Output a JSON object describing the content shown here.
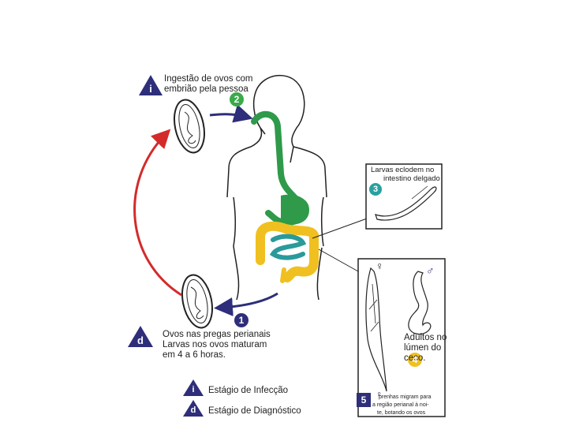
{
  "labels": {
    "ingestion_line1": "Ingestão de ovos com",
    "ingestion_line2": "embrião pela pessoa",
    "larvae_line1": "Larvas eclodem no",
    "larvae_line2": "intestino delgado",
    "eggs_line1": "Ovos nas pregas perianais",
    "eggs_line2": "Larvas nos ovos maturam",
    "eggs_line3": "em 4 a 6 horas.",
    "adults_line1": "Adultos no",
    "adults_line2": "lúmen do",
    "adults_line3": "ceco.",
    "females_line1": "prenhas migram para",
    "females_line2": "a região perianal à noi-",
    "females_line3": "te, botando os ovos"
  },
  "steps": {
    "s1": "1",
    "s2": "2",
    "s3": "3",
    "s4": "4",
    "s5": "5"
  },
  "stage_letters": {
    "infection": "i",
    "diagnostic": "d"
  },
  "legend": {
    "infection_label": "Estágio de Infecção",
    "diagnostic_label": "Estágio de Diagnóstico"
  },
  "sex_symbols": {
    "female": "♀",
    "male": "♂"
  },
  "colors": {
    "navy": "#2e2e7a",
    "red_arrow": "#d42a2a",
    "green_tract": "#2e9a4a",
    "yellow_colon": "#f0c020",
    "teal_intestine": "#2a9a9a",
    "step_green": "#3aaa4a",
    "step_teal": "#2aa0a0",
    "step_yellow": "#f0c020"
  }
}
